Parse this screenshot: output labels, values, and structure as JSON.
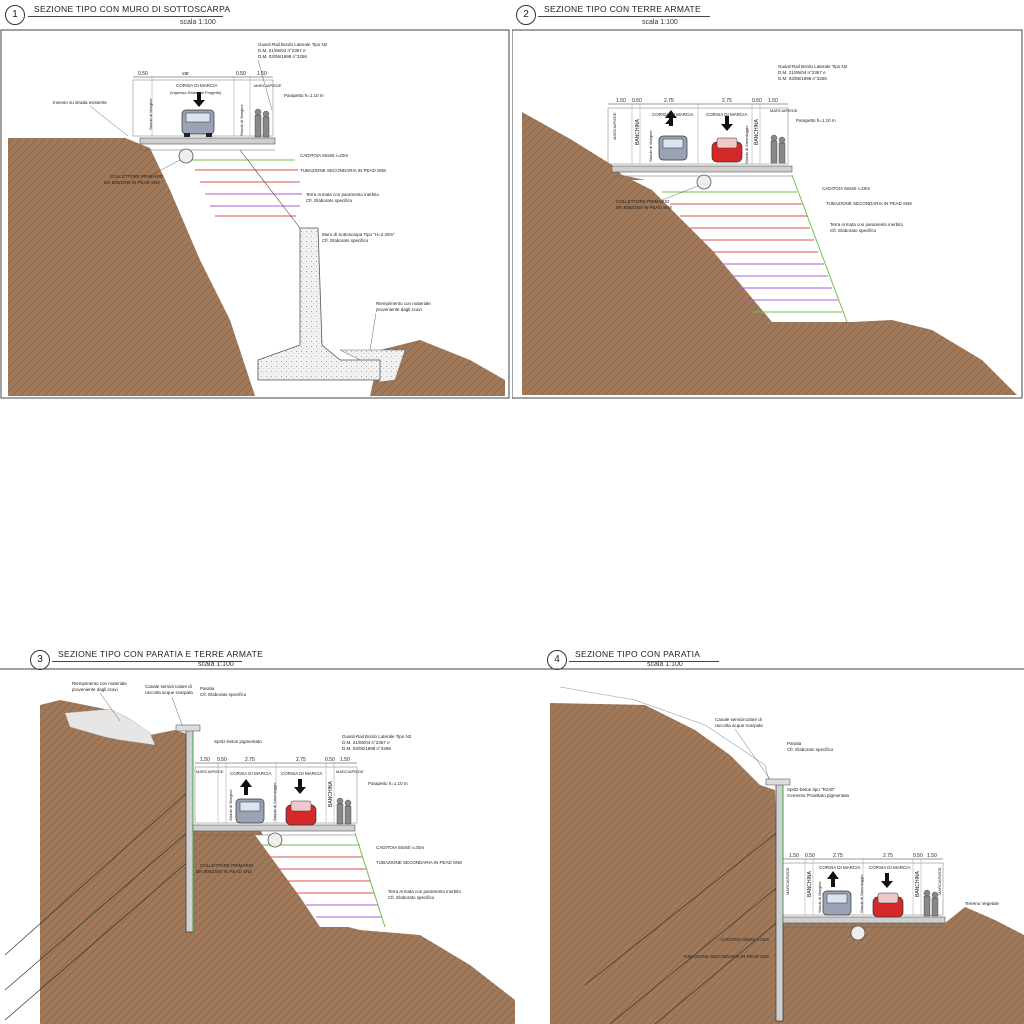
{
  "sections": [
    {
      "number": "1",
      "title": "SEZIONE TIPO CON MURO DI SOTTOSCARPA",
      "scale": "scala 1:100",
      "dims": [
        "0.50",
        "var",
        "0.50",
        "1.50"
      ],
      "lane_label": "CORSIA DI MARCIA",
      "lane_sub": "(Ingresso Strada di Progetto)",
      "marciapiede": "MARCIAPIEDE",
      "strada_margine": "Strada di Margine",
      "notes": {
        "existing_road": "Innesto su strada esistente",
        "guardrail": "Guard-Rail Bordo Laterale Tipo N2",
        "guardrail_dm1": "D.M. 21/06/04 n°2367 e",
        "guardrail_dm2": "D.M. 03/06/1998 n°3256",
        "parapet": "Parapetto h=1.10 m",
        "caditoia": "CADITOIA 50x50 i=20m",
        "secondary_pipe": "TUBAZIONE SECONDARIA IN PEAD SN8",
        "collector": "COLLETTORE PRIMARIO",
        "collector2": "DN 800/1000 IN PEAD SN8",
        "reinforced_earth": "Terra Armata con paramento inerbito",
        "reinforced_earth2": "Cfr. Elaborato specifico",
        "wall": "Muro di Sottoscarpa Tipo \"H=2.20m\"",
        "wall2": "Cfr. Elaborato specifico",
        "fill": "Riempimento con materiale",
        "fill2": "proveniente dagli scavi"
      }
    },
    {
      "number": "2",
      "title": "SEZIONE TIPO CON TERRE ARMATE",
      "scale": "scala 1:100",
      "dims": [
        "1.50",
        "0.50",
        "2.75",
        "2.75",
        "0.50",
        "1.50"
      ],
      "marciapiede": "MARCIAPIEDE",
      "banchina": "BANCHINA",
      "lane_label": "CORSIA DI MARCIA",
      "strada_margine": "Strada di Margine",
      "strada_smontaggio": "Strada di Smontaggio",
      "notes": {
        "guardrail": "Guard-Rail Bordo Laterale Tipo N2",
        "guardrail_dm1": "D.M. 21/06/04 n°2367 e",
        "guardrail_dm2": "D.M. 03/06/1998 n°3256",
        "parapet": "Parapetto h=1.10 m",
        "caditoia": "CADITOIA 50x50 i=20m",
        "secondary_pipe": "TUBAZIONE SECONDARIA IN PEAD SN8",
        "collector": "COLLETTORE PRIMARIO",
        "collector2": "DN 800/1000 IN PEAD SN8",
        "reinforced_earth": "Terra Armata con paramento inerbito",
        "reinforced_earth2": "Cfr. Elaborato specifico"
      }
    },
    {
      "number": "3",
      "title": "SEZIONE TIPO CON PARATIA E TERRE ARMATE",
      "scale": "scala 1:100",
      "dims": [
        "1.50",
        "0.50",
        "2.75",
        "2.75",
        "0.50",
        "1.50"
      ],
      "marciapiede": "MARCIAPIEDE",
      "banchina": "BANCHINA",
      "lane_label": "CORSIA DI MARCIA",
      "strada_margine": "Strada di Margine",
      "strada_smontaggio": "Strada di Smontaggio",
      "notes": {
        "fill": "Riempimento con materiale",
        "fill2": "proveniente dagli scavi",
        "channel": "Canale semicircolare di",
        "channel2": "raccolta acque scarpata",
        "paratia": "Paratia",
        "paratia2": "Cfr. Elaborato specifico",
        "spritz": "Spritz-beton pigmentato",
        "guardrail": "Guard-Rail Bordo Laterale Tipo N2",
        "guardrail_dm1": "D.M. 21/06/04 n°2367 e",
        "guardrail_dm2": "D.M. 03/06/1998 n°3256",
        "parapet": "Parapetto h=1.10 m",
        "caditoia": "CADITOIA 50x50 i=20m",
        "secondary_pipe": "TUBAZIONE SECONDARIA IN PEAD SN8",
        "collector": "COLLETTORE PRIMARIO",
        "collector2": "DN 800/1000 IN PEAD SN8",
        "reinforced_earth": "Terra Armata con paramento inerbito",
        "reinforced_earth2": "Cfr. Elaborato specifico"
      }
    },
    {
      "number": "4",
      "title": "SEZIONE TIPO CON PARATIA",
      "scale": "scala 1:100",
      "dims": [
        "1.50",
        "0.50",
        "2.75",
        "2.75",
        "0.50",
        "1.50"
      ],
      "marciapiede": "MARCIAPIEDE",
      "banchina": "BANCHINA",
      "lane_label": "CORSIA DI MARCIA",
      "strada_margine": "Strada di Margine",
      "strada_smontaggio": "Strada di Smontaggio",
      "notes": {
        "channel": "Canale semicircolare di",
        "channel2": "raccolta acque scarpata",
        "paratia": "Paratia",
        "paratia2": "Cfr. Elaborato specifico",
        "spritz": "Spritz-beton tipo \"R240\"",
        "spritz2": "Cemento Proiettato pigmentato",
        "terrain": "Terreno Vegetale",
        "caditoia": "CADITOIA 50x50 i=20m",
        "secondary_pipe": "TUBAZIONE SECONDARIA IN PEAD SN8"
      }
    }
  ]
}
